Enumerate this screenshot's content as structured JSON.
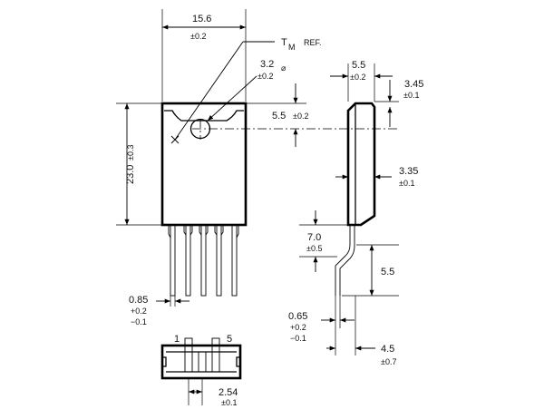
{
  "dimensions": {
    "width_total": {
      "value": "15.6",
      "tol": "±0.2"
    },
    "height_total": {
      "value": "23.0",
      "tol": "±0.3"
    },
    "hole_diameter": {
      "value": "3.2",
      "tol": "±0.2",
      "symbol": "⌀"
    },
    "hole_center_offset": {
      "value": "5.5",
      "tol": "±0.2"
    },
    "tm_ref": {
      "prefix": "T",
      "sub": "M",
      "suffix": "REF."
    },
    "side_width": {
      "value": "5.5",
      "tol": "±0.2"
    },
    "side_tab_top": {
      "value": "3.45",
      "tol": "±0.1"
    },
    "side_tab_mid": {
      "value": "3.35",
      "tol": "±0.1"
    },
    "lead_bend": {
      "value": "7.0",
      "tol": "±0.5"
    },
    "lead_length": {
      "value": "5.5"
    },
    "lead_width": {
      "value": "0.85",
      "tol_plus": "+0.2",
      "tol_minus": "−0.1"
    },
    "lead_thickness": {
      "value": "0.65",
      "tol_plus": "+0.2",
      "tol_minus": "−0.1"
    },
    "lead_offset": {
      "value": "4.5",
      "tol": "±0.7"
    },
    "pitch": {
      "value": "2.54",
      "tol": "±0.1"
    },
    "pin_first": "1",
    "pin_last": "5"
  }
}
